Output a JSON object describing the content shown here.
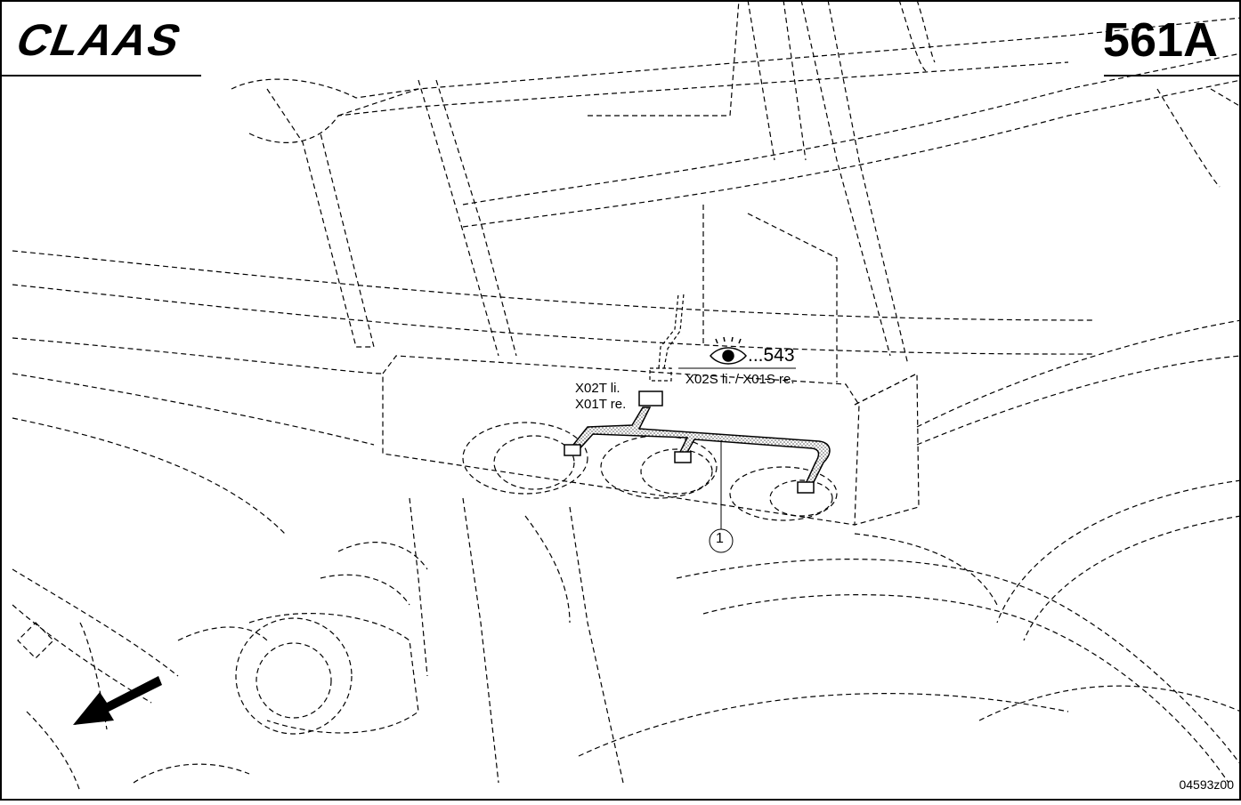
{
  "header": {
    "brand": "CLAAS",
    "page_number": "561A"
  },
  "callouts": {
    "view_reference": "...543",
    "connector_right_label": "X02S li. / X01S re.",
    "connector_left_line1": "X02T li.",
    "connector_left_line2": "X01T re.",
    "item_1": "1"
  },
  "icons": [
    "eye-icon",
    "direction-arrow-icon"
  ],
  "footer": {
    "drawing_number": "04593z00"
  },
  "colors": {
    "line": "#000000",
    "background": "#ffffff",
    "harness_fill": "#d9d9d9"
  }
}
